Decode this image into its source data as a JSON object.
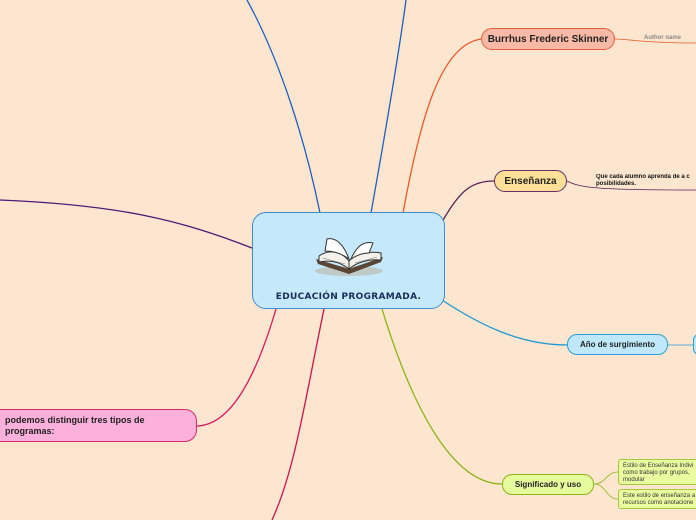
{
  "central": {
    "title": "EDUCACIÓN PROGRAMADA.",
    "icon": "open-book-icon"
  },
  "topics": {
    "skinner": {
      "label": "Burrhus Frederic Skinner",
      "color": "#f8b9a6",
      "line_color": "#e85a2c"
    },
    "ensenanza": {
      "label": "Enseñanza",
      "color": "#fde097",
      "line_color": "#5b1e5a"
    },
    "anio": {
      "label": "Año de surgimiento",
      "color": "#bfe9fb",
      "line_color": "#1e98d6"
    },
    "significado": {
      "label": "Significado y uso",
      "color": "#e6fb9c",
      "line_color": "#8db51a"
    },
    "tipos": {
      "label": "podemos distinguir tres tipos de programas:",
      "color": "#fbb1dc",
      "line_color": "#d8185c"
    }
  },
  "subtopics": {
    "author": "Author name",
    "ensenanza_desc": "Que cada alumno aprenda de a c posibilidades.",
    "significado_1": "Estilo de Enseñanza Indivi como trabajo por grupos, modular",
    "significado_2": "Este estilo de enseñanza a recursos como anotacione"
  },
  "colors": {
    "background": "#fde6cf",
    "top_branch_blue": "#1f5fc4",
    "left_branch_purple": "#4b1a7a",
    "bottom_branch_crimson": "#c8124e"
  }
}
